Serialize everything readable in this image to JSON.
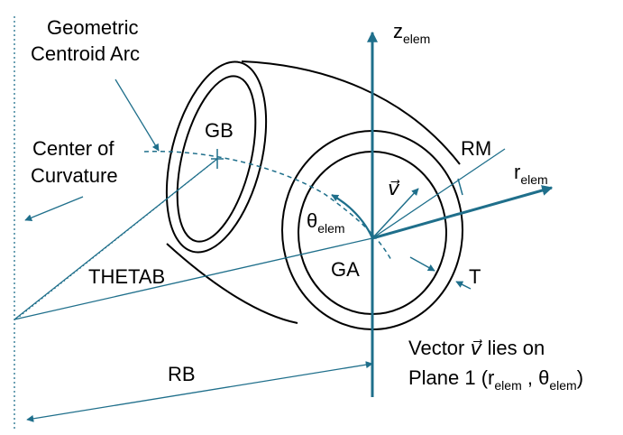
{
  "colors": {
    "accent": "#1f6f8b",
    "outline": "#000000",
    "background": "#ffffff"
  },
  "labels": {
    "geometric_centroid_arc_line1": "Geometric",
    "geometric_centroid_arc_line2": "Centroid Arc",
    "center_of_curvature_line1": "Center of",
    "center_of_curvature_line2": "Curvature",
    "thetab": "THETAB",
    "rb": "RB",
    "gb": "GB",
    "ga": "GA",
    "rm": "RM",
    "t": "T",
    "z_main": "z",
    "z_sub": "elem",
    "r_main": "r",
    "r_sub": "elem",
    "theta_main": "θ",
    "theta_sub": "elem",
    "vector_symbol": "v⃗",
    "note_line1_prefix": "Vector ",
    "note_line1_vector": "v⃗",
    "note_line1_suffix": " lies on",
    "note_line2_prefix": "Plane 1 (r",
    "note_line2_rsub": "elem",
    "note_line2_mid": " , θ",
    "note_line2_thsub": "elem",
    "note_line2_end": ")"
  }
}
